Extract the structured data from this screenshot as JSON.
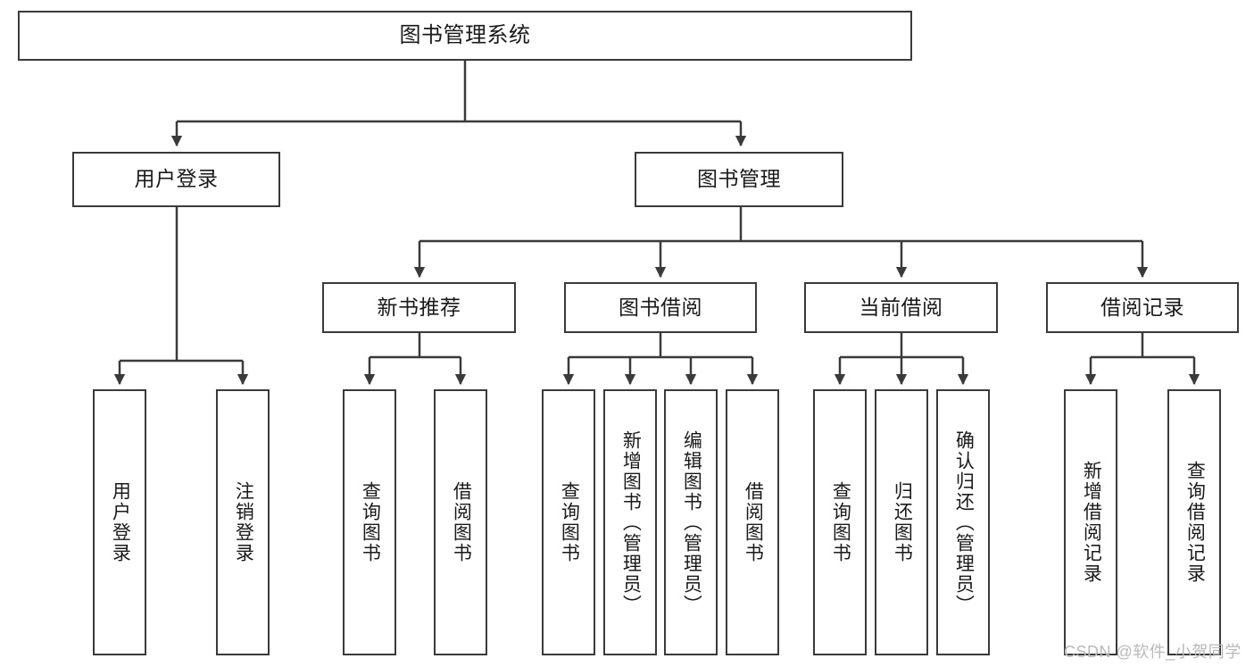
{
  "diagram": {
    "title": "图书管理系统",
    "type": "tree-hierarchy-diagram",
    "root": {
      "label": "图书管理系统"
    },
    "level2": [
      {
        "label": "用户登录"
      },
      {
        "label": "图书管理"
      }
    ],
    "level3": [
      {
        "label": "新书推荐"
      },
      {
        "label": "图书借阅"
      },
      {
        "label": "当前借阅"
      },
      {
        "label": "借阅记录"
      }
    ],
    "leaves": {
      "user_login": [
        {
          "label": "用户登录"
        },
        {
          "label": "注销登录"
        }
      ],
      "new_book_recommend": [
        {
          "label": "查询图书"
        },
        {
          "label": "借阅图书"
        }
      ],
      "book_borrow": [
        {
          "label": "查询图书"
        },
        {
          "label": "新增图书（管理员）"
        },
        {
          "label": "编辑图书（管理员）"
        },
        {
          "label": "借阅图书"
        }
      ],
      "current_borrow": [
        {
          "label": "查询图书"
        },
        {
          "label": "归还图书"
        },
        {
          "label": "确认归还（管理员）"
        }
      ],
      "borrow_record": [
        {
          "label": "新增借阅记录"
        },
        {
          "label": "查询借阅记录"
        }
      ]
    }
  },
  "watermark": {
    "text": "CSDN @软件_小贺同学"
  },
  "colors": {
    "stroke": "#3a3a3a",
    "fill": "#ffffff",
    "text": "#1a1a1a",
    "watermark": "#b9b9b9"
  }
}
